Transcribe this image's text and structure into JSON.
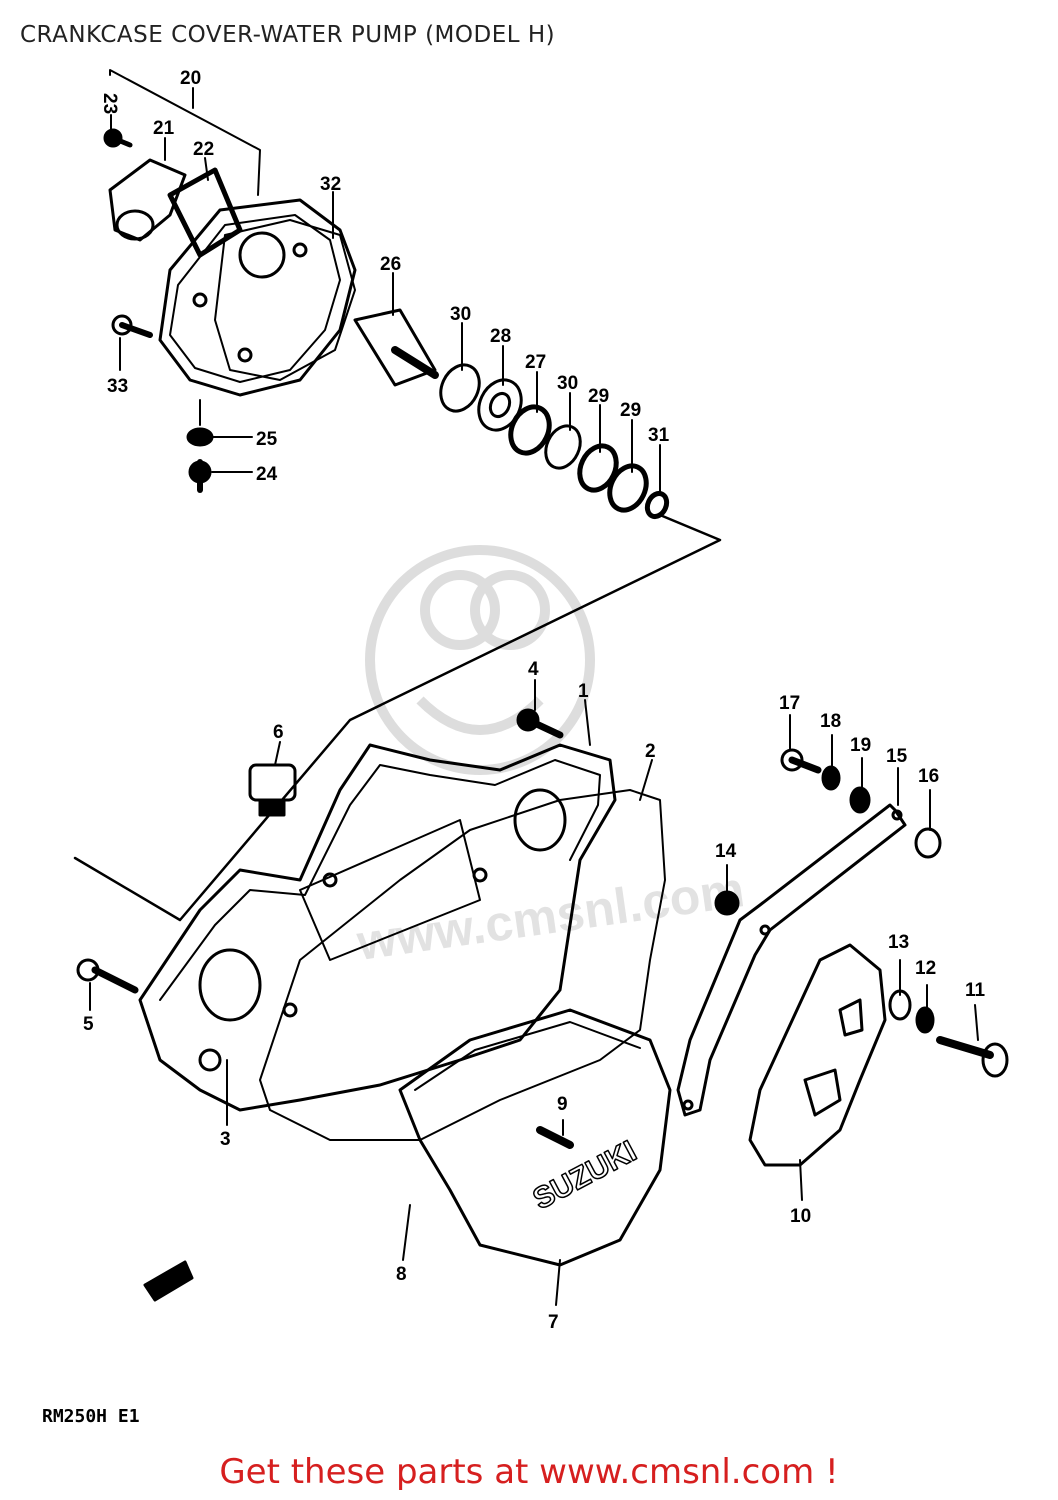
{
  "title": "CRANKCASE COVER-WATER PUMP (MODEL H)",
  "model_code": "RM250H E1",
  "cover_brand": "SUZUKI",
  "watermark_text": "www.cmsnl.com",
  "call_to_action": "Get these parts at www.cmsnl.com !",
  "colors": {
    "line": "#000000",
    "cta": "#d61f1f",
    "watermark": "#dddddd"
  },
  "callouts": [
    {
      "id": "c1",
      "label": "1"
    },
    {
      "id": "c2",
      "label": "2"
    },
    {
      "id": "c3",
      "label": "3"
    },
    {
      "id": "c4",
      "label": "4"
    },
    {
      "id": "c5",
      "label": "5"
    },
    {
      "id": "c6",
      "label": "6"
    },
    {
      "id": "c7",
      "label": "7"
    },
    {
      "id": "c8",
      "label": "8"
    },
    {
      "id": "c9",
      "label": "9"
    },
    {
      "id": "c10",
      "label": "10"
    },
    {
      "id": "c11",
      "label": "11"
    },
    {
      "id": "c12",
      "label": "12"
    },
    {
      "id": "c13",
      "label": "13"
    },
    {
      "id": "c14",
      "label": "14"
    },
    {
      "id": "c15",
      "label": "15"
    },
    {
      "id": "c16",
      "label": "16"
    },
    {
      "id": "c17",
      "label": "17"
    },
    {
      "id": "c18",
      "label": "18"
    },
    {
      "id": "c19",
      "label": "19"
    },
    {
      "id": "c20",
      "label": "20"
    },
    {
      "id": "c21",
      "label": "21"
    },
    {
      "id": "c22",
      "label": "22"
    },
    {
      "id": "c23",
      "label": "23"
    },
    {
      "id": "c24",
      "label": "24"
    },
    {
      "id": "c25",
      "label": "25"
    },
    {
      "id": "c26",
      "label": "26"
    },
    {
      "id": "c27",
      "label": "27"
    },
    {
      "id": "c28",
      "label": "28"
    },
    {
      "id": "c29a",
      "label": "29"
    },
    {
      "id": "c29b",
      "label": "29"
    },
    {
      "id": "c30a",
      "label": "30"
    },
    {
      "id": "c30b",
      "label": "30"
    },
    {
      "id": "c31",
      "label": "31"
    },
    {
      "id": "c32",
      "label": "32"
    },
    {
      "id": "c33",
      "label": "33"
    }
  ]
}
